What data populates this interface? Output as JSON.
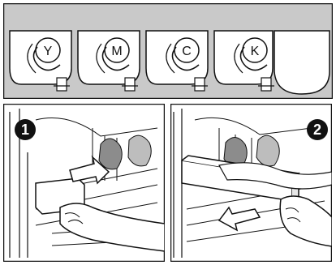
{
  "top_panel": {
    "cartridges": [
      {
        "letter": "Y"
      },
      {
        "letter": "M"
      },
      {
        "letter": "C"
      },
      {
        "letter": "K"
      }
    ]
  },
  "steps": [
    {
      "number": "1",
      "arrow_direction": "right"
    },
    {
      "number": "2",
      "arrow_direction": "left"
    }
  ],
  "colors": {
    "background": "#ffffff",
    "panel_gray": "#c9c9c9",
    "line": "#111111",
    "dark_gray": "#8c8c8c"
  }
}
